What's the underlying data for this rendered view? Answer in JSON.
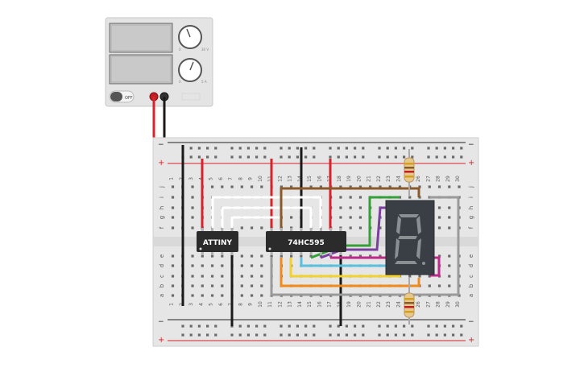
{
  "power_supply": {
    "switch_label": "OFF",
    "voltage_scale_min": "0",
    "voltage_scale_max": "30 V",
    "current_scale_min": "0",
    "current_scale_max": "5 A",
    "voltage_value": "",
    "current_value": ""
  },
  "breadboard": {
    "column_numbers": [
      "1",
      "2",
      "3",
      "4",
      "5",
      "6",
      "7",
      "8",
      "9",
      "10",
      "11",
      "12",
      "13",
      "14",
      "15",
      "16",
      "17",
      "18",
      "19",
      "20",
      "21",
      "22",
      "23",
      "24",
      "25",
      "26",
      "27",
      "28",
      "29",
      "30"
    ],
    "rows_top": [
      "j",
      "i",
      "h",
      "g",
      "f"
    ],
    "rows_bottom": [
      "e",
      "d",
      "c",
      "b",
      "a"
    ],
    "rail_plus": "+",
    "rail_minus": "−"
  },
  "chips": {
    "attiny_label": "ATTINY",
    "shift_register_label": "74HC595"
  },
  "colors": {
    "red_wire": "#d8232a",
    "black_wire": "#1a1a1a",
    "white_wire": "#ffffff",
    "brown_wire": "#8b5a2b",
    "green_wire": "#35a03a",
    "purple_wire": "#7b3fa0",
    "cyan_wire": "#5bc0de",
    "magenta_wire": "#c0288c",
    "yellow_wire": "#f2d22e",
    "orange_wire": "#f08a1c",
    "gray_wire": "#9a9a9a"
  }
}
